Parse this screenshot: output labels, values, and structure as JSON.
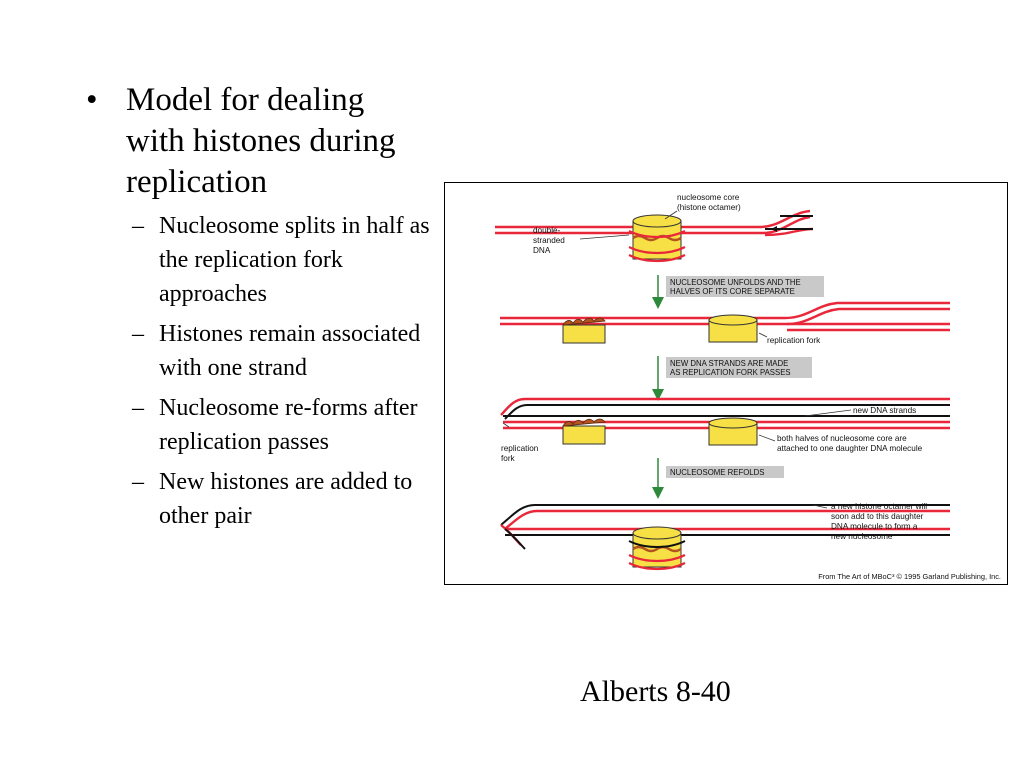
{
  "slide": {
    "main_bullet": "Model for dealing with histones during replication",
    "sub_bullets": [
      "Nucleosome splits in half as the replication fork approaches",
      "Histones remain associated with one strand",
      "Nucleosome re-forms after replication passes",
      "New histones are added to other pair"
    ],
    "bullet_glyph": "•",
    "sub_bullet_glyph": "–",
    "caption": "Alberts 8-40"
  },
  "figure": {
    "labels": {
      "nucleosome_core_1": "nucleosome core",
      "nucleosome_core_2": "(histone octamer)",
      "double_stranded_1": "double-",
      "double_stranded_2": "stranded",
      "double_stranded_3": "DNA",
      "replication_fork_1": "replication fork",
      "new_dna_strands": "new DNA strands",
      "replication_fork_2a": "replication",
      "replication_fork_2b": "fork",
      "both_halves_1": "both halves of nucleosome core are",
      "both_halves_2": "attached to one daughter DNA molecule",
      "new_octamer_1": "a new histone octamer will",
      "new_octamer_2": "soon add to this daughter",
      "new_octamer_3": "DNA molecule to form a",
      "new_octamer_4": "new nucleosome"
    },
    "steps": {
      "step1_line1": "NUCLEOSOME UNFOLDS AND THE",
      "step1_line2": "HALVES OF ITS CORE SEPARATE",
      "step2_line1": "NEW DNA STRANDS ARE MADE",
      "step2_line2": "AS REPLICATION FORK PASSES",
      "step3_line1": "NUCLEOSOME REFOLDS"
    },
    "credit": "From The Art of MBoC³ © 1995 Garland Publishing, Inc.",
    "colors": {
      "parental_dna": "#e8283a",
      "new_dna": "#111111",
      "histone_yellow": "#f7e045",
      "histone_brown": "#b5531f",
      "arrow_green": "#2d8a3a",
      "step_box": "#c9c9c9"
    }
  }
}
